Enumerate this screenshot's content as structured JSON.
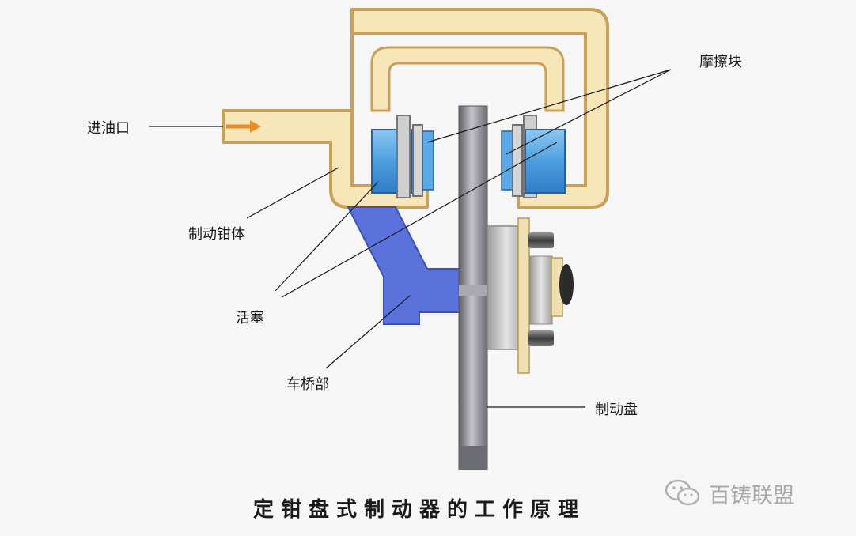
{
  "labels": {
    "oil_inlet": "进油口",
    "friction_pad": "摩擦块",
    "caliper_body": "制动钳体",
    "piston": "活塞",
    "axle": "车桥部",
    "brake_disc": "制动盘"
  },
  "caption": "定钳盘式制动器的工作原理",
  "watermark": {
    "text": "百铸联盟",
    "icon": "wechat-icon"
  },
  "colors": {
    "caliper_fill": "#f7e6b8",
    "caliper_stroke": "#c9a05a",
    "piston_blue": "#5aa8e6",
    "axle_blue": "#5b72dc",
    "disc_gray": "#8f8f96",
    "arrow_orange": "#e98a2b"
  }
}
